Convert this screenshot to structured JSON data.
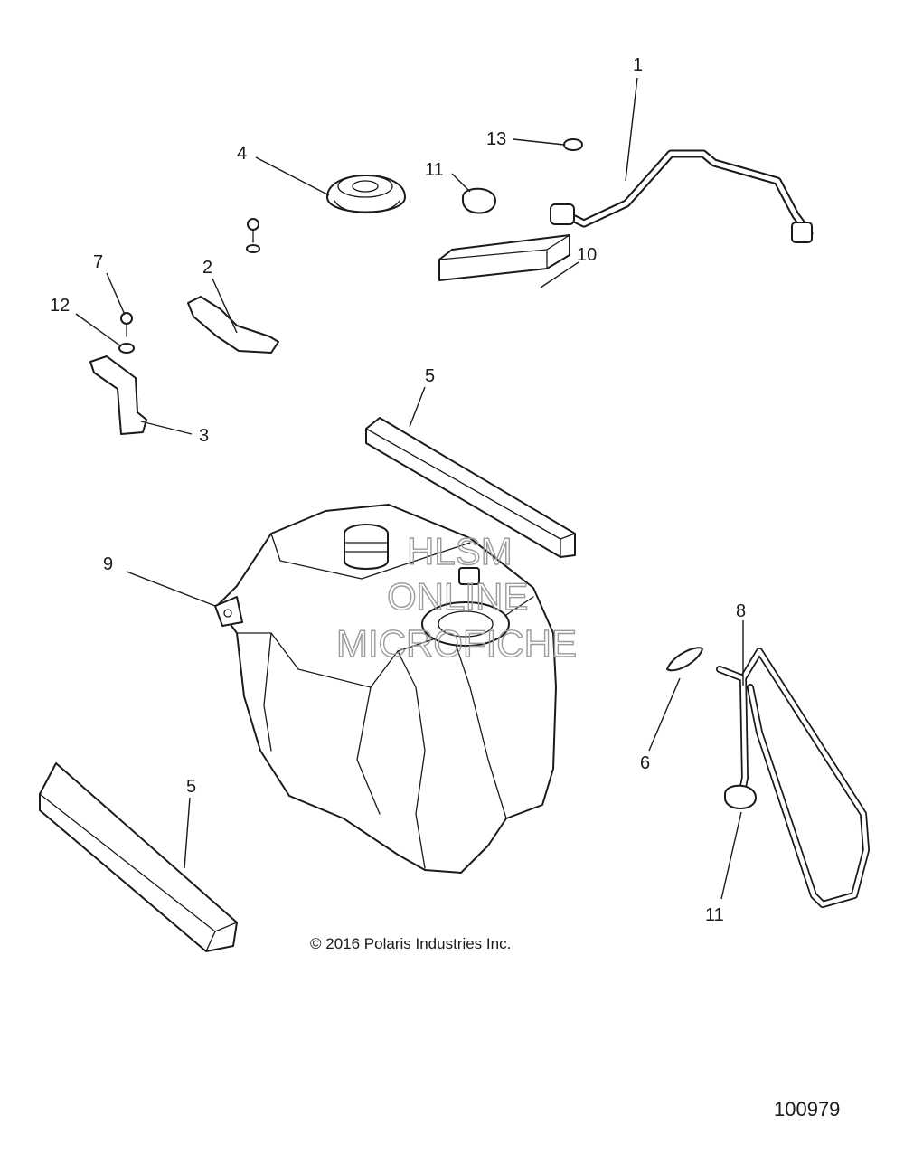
{
  "diagram": {
    "callouts": {
      "c1": "1",
      "c2": "2",
      "c3": "3",
      "c4": "4",
      "c5a": "5",
      "c5b": "5",
      "c6": "6",
      "c7": "7",
      "c8": "8",
      "c9": "9",
      "c10": "10",
      "c11a": "11",
      "c11b": "11",
      "c12": "12",
      "c13": "13"
    },
    "copyright": "© 2016 Polaris Industries Inc.",
    "drawing_id": "100979",
    "watermark": {
      "line1": "HLSM",
      "line2": "ONLINE",
      "line3": "MICROFICHE"
    }
  }
}
